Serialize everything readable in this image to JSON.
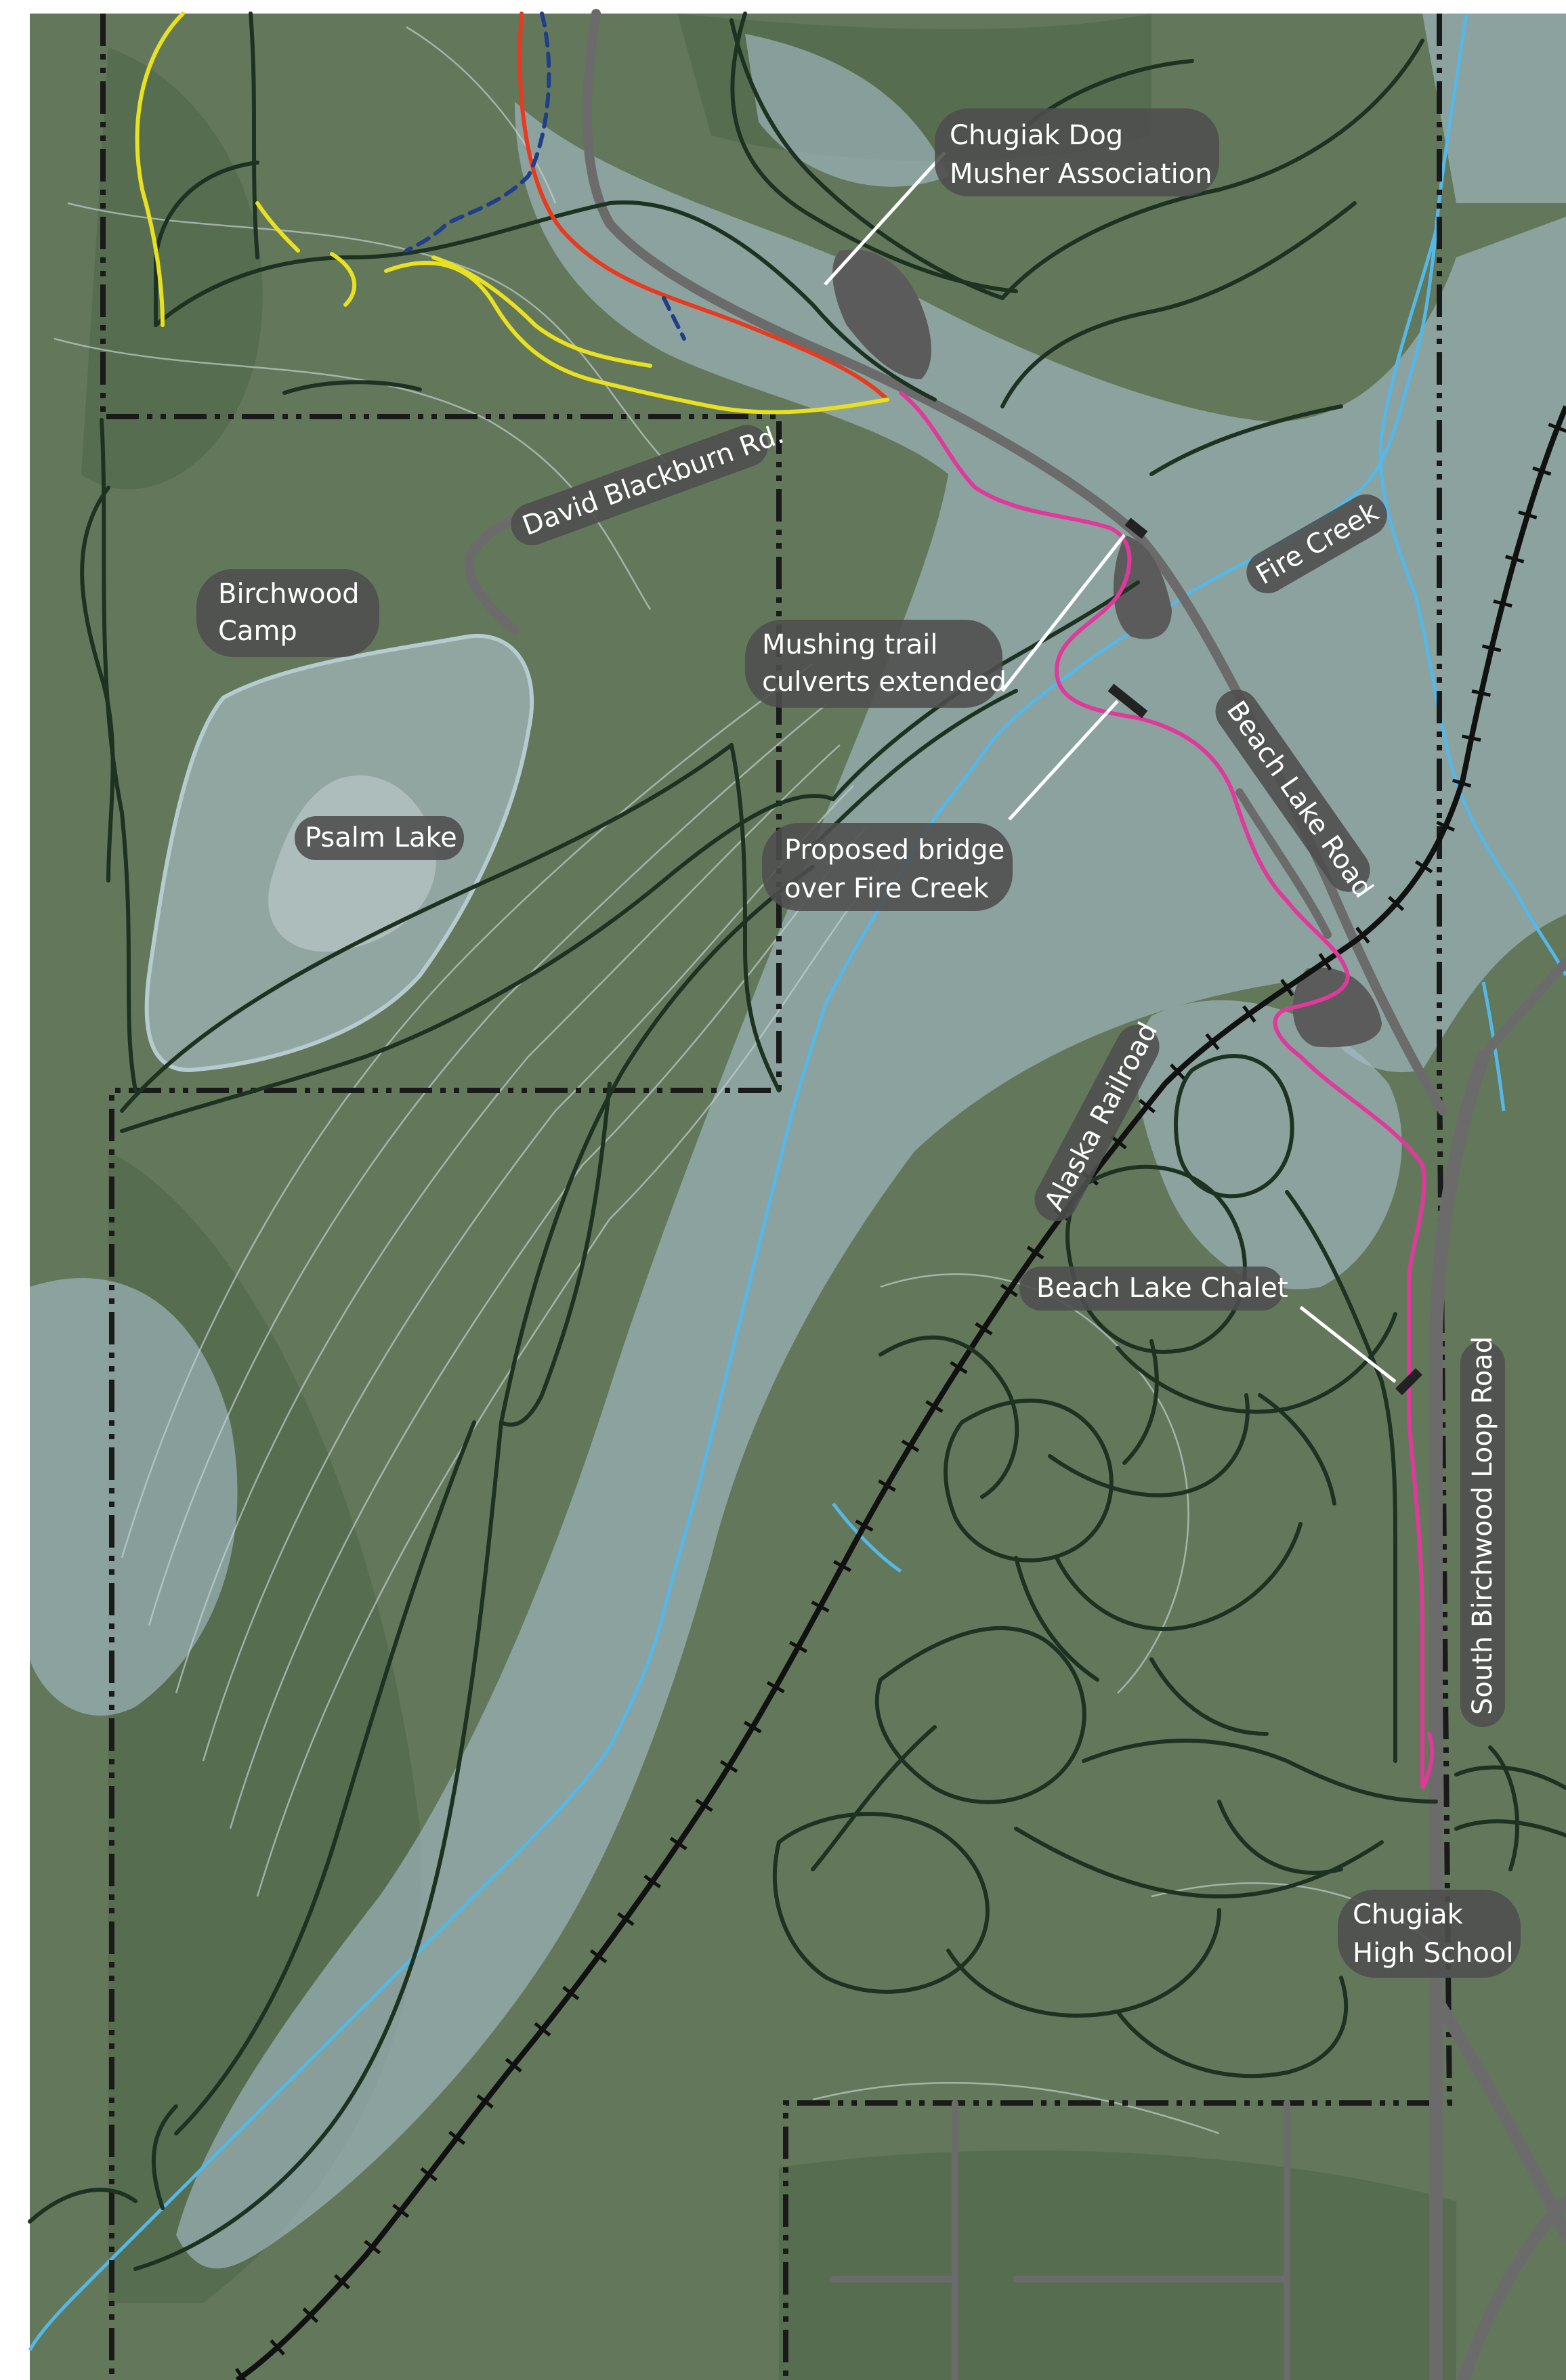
{
  "map": {
    "labels": {
      "dog_musher_line1": "Chugiak Dog",
      "dog_musher_line2": "Musher Association",
      "david_blackburn": "David Blackburn Rd.",
      "birchwood_line1": "Birchwood",
      "birchwood_line2": "Camp",
      "psalm_lake": "Psalm Lake",
      "mushing_line1": "Mushing trail",
      "mushing_line2": "culverts extended",
      "fire_creek": "Fire Creek",
      "bridge_line1": "Proposed bridge",
      "bridge_line2": "over Fire Creek",
      "beach_lake_road": "Beach Lake Road",
      "alaska_railroad": "Alaska Railroad",
      "beach_lake_chalet": "Beach Lake Chalet",
      "south_birchwood": "South Birchwood Loop Road",
      "chugiak_hs_line1": "Chugiak",
      "chugiak_hs_line2": "High School"
    },
    "colors": {
      "terrain": "#63785b",
      "floodplain": "#a4bdc8",
      "creek": "#55b8e8",
      "trail": "#1e3222",
      "mushing_trail": "#e0399c",
      "red_trail": "#e83a1e",
      "yellow_trail": "#e8e020",
      "blue_dashed_trail": "#1f3f8a",
      "road": "#6b6b6b",
      "railroad": "#111111",
      "boundary": "#1a1a1a",
      "label_background": "#4d4d4d"
    }
  }
}
